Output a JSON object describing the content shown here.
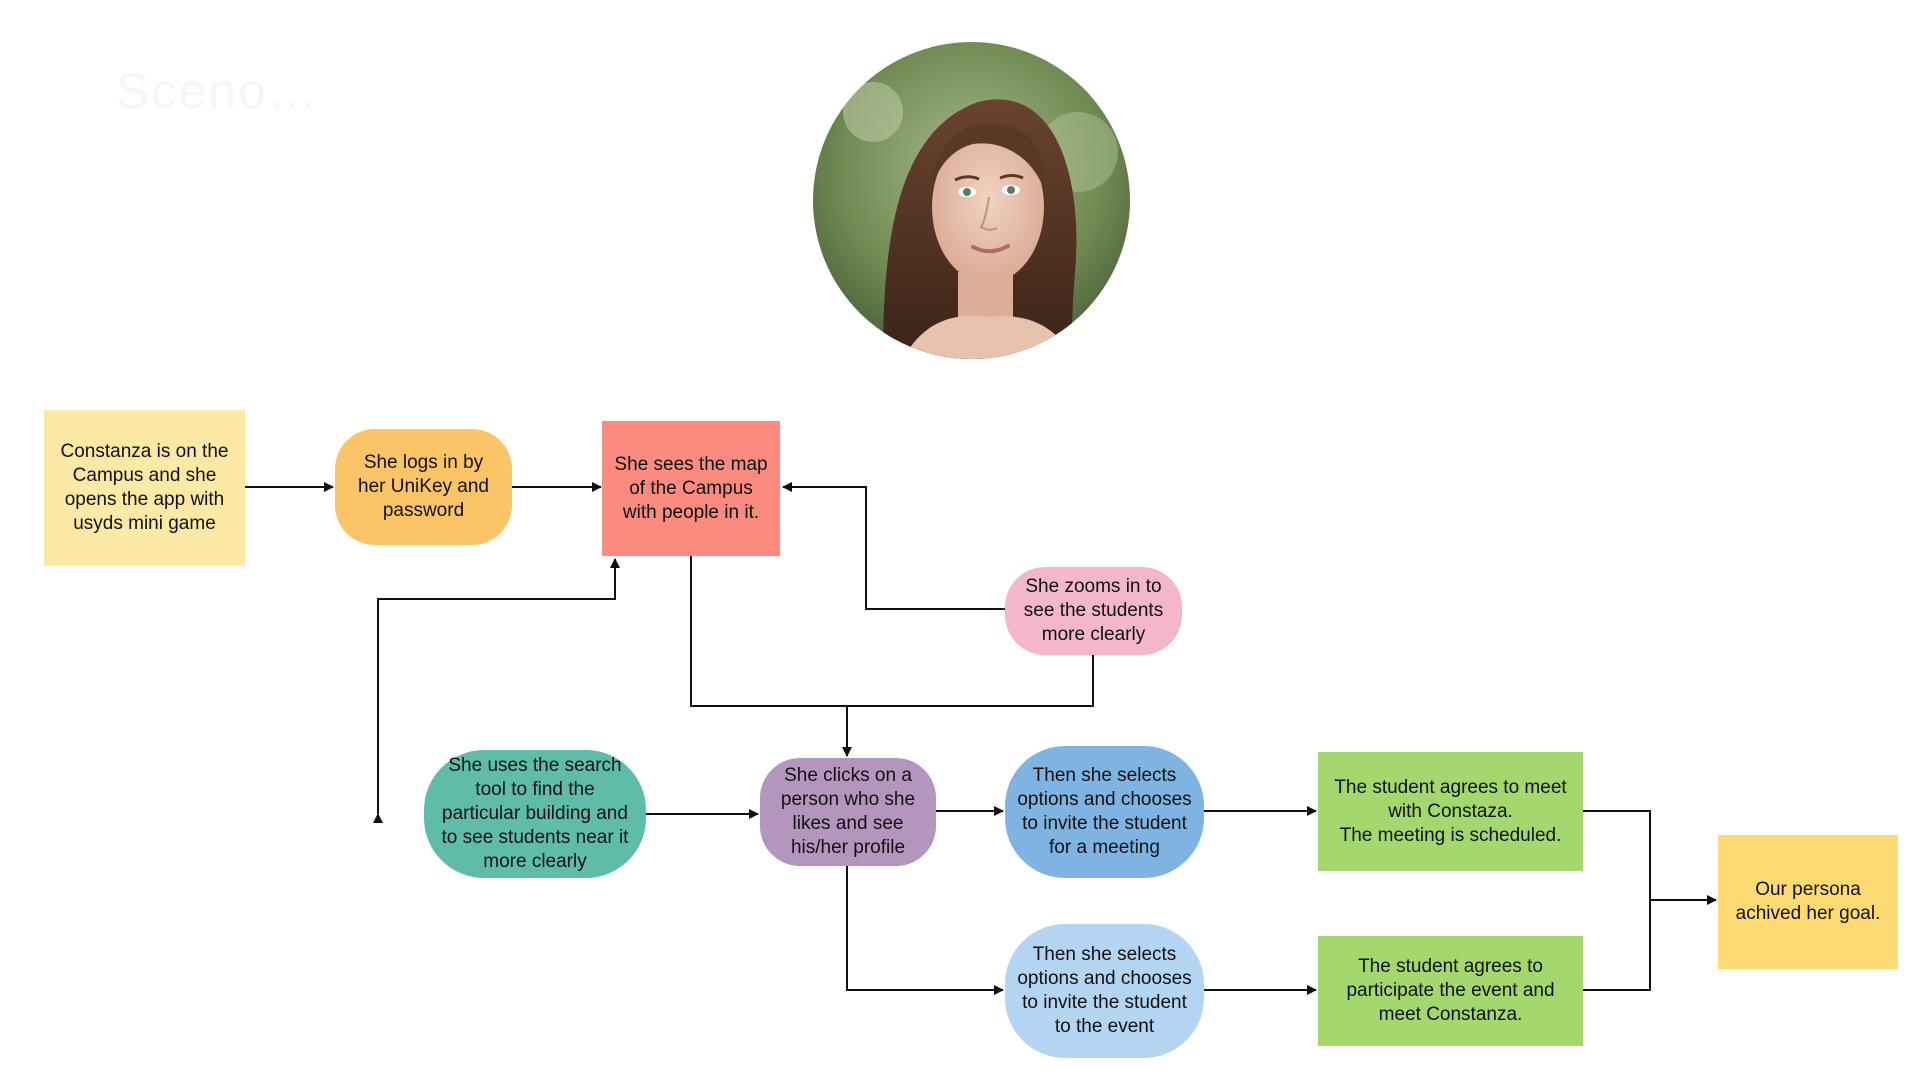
{
  "header": {
    "faded_title": "Sceno…"
  },
  "persona_photo": {
    "icon": "persona-portrait-photo"
  },
  "nodes": {
    "start": {
      "label": "Constanza is on the\nCampus and she\nopens the app with\nusyds mini game",
      "color": "#fde9a6"
    },
    "login": {
      "label": "She logs in by\nher UniKey and\npassword",
      "color": "#fbc466"
    },
    "map": {
      "label": "She sees the map\nof the Campus\nwith people in it.",
      "color": "#fb8a7f"
    },
    "zoom": {
      "label": "She zooms in to\nsee the students\nmore clearly",
      "color": "#f4b7c9"
    },
    "search": {
      "label": "She uses the search\ntool to find the\nparticular building and\nto see students near it\nmore clearly",
      "color": "#5fbca9"
    },
    "profile": {
      "label": "She clicks  on a\nperson who she\nlikes and see\nhis/her profile",
      "color": "#b495bd"
    },
    "invite_meeting": {
      "label": "Then she selects\noptions and chooses\nto invite the student\nfor a meeting",
      "color": "#7fb4e2"
    },
    "invite_event": {
      "label": "Then she selects\noptions and chooses\nto invite the student\nto the event",
      "color": "#b4d5f2"
    },
    "agree_meeting": {
      "label": "The student agrees to meet\nwith Constaza.\nThe meeting is scheduled.",
      "color": "#a4d86f"
    },
    "agree_event": {
      "label": "The student agrees to\nparticipate the event and\nmeet Constanza.",
      "color": "#a4d86f"
    },
    "goal": {
      "label": "Our persona\nachived her goal.",
      "color": "#fedb72"
    }
  },
  "edge_color": "#111111"
}
